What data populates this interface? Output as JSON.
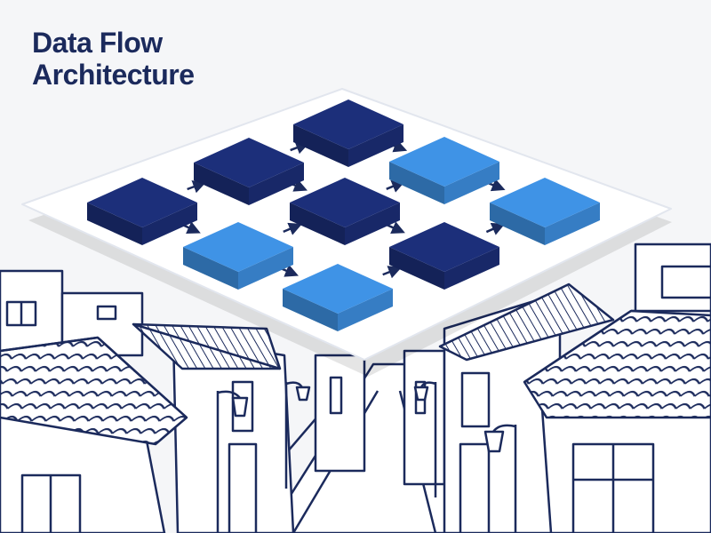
{
  "title": {
    "line1": "Data Flow",
    "line2": "Architecture"
  },
  "colors": {
    "dark_block": "#1c2f7a",
    "light_block": "#3f93e6",
    "ink": "#1b2a5c",
    "platform": "#ffffff",
    "background": "#f5f6f8"
  },
  "diagram": {
    "blocks": [
      {
        "id": "b1",
        "shade": "dark"
      },
      {
        "id": "b2",
        "shade": "dark"
      },
      {
        "id": "b3",
        "shade": "dark"
      },
      {
        "id": "b4",
        "shade": "light"
      },
      {
        "id": "b5",
        "shade": "dark"
      },
      {
        "id": "b6",
        "shade": "light"
      },
      {
        "id": "b7",
        "shade": "light"
      },
      {
        "id": "b8",
        "shade": "dark"
      },
      {
        "id": "b9",
        "shade": "light"
      }
    ],
    "connections": [
      {
        "from": "b1",
        "to": "b2"
      },
      {
        "from": "b2",
        "to": "b3"
      },
      {
        "from": "b3",
        "to": "b4"
      },
      {
        "from": "b4",
        "to": "b6"
      },
      {
        "from": "b1",
        "to": "b7"
      },
      {
        "from": "b2",
        "to": "b5"
      },
      {
        "from": "b5",
        "to": "b4"
      },
      {
        "from": "b7",
        "to": "b5"
      },
      {
        "from": "b5",
        "to": "b8"
      },
      {
        "from": "b7",
        "to": "b9"
      },
      {
        "from": "b9",
        "to": "b8"
      },
      {
        "from": "b8",
        "to": "b6"
      }
    ]
  }
}
